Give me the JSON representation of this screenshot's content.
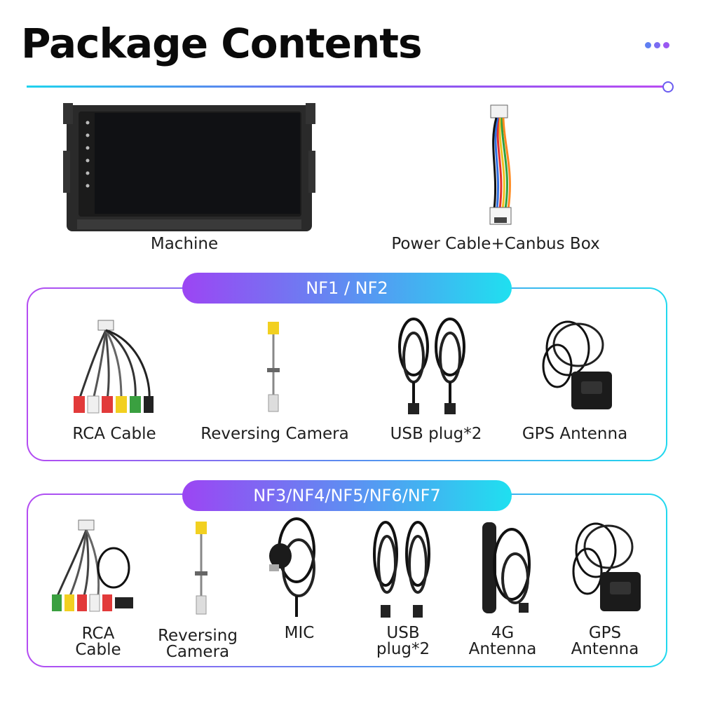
{
  "header": {
    "title": "Package Contents"
  },
  "colors": {
    "accent_start": "#1fd3ee",
    "accent_mid": "#7b5cf0",
    "accent_end": "#b84cf2"
  },
  "top_items": [
    {
      "label": "Machine",
      "icon": "car-stereo-head-unit"
    },
    {
      "label": "Power Cable+Canbus Box",
      "icon": "wiring-harness"
    }
  ],
  "section1": {
    "badge": "NF1 / NF2",
    "items": [
      {
        "label": "RCA Cable",
        "icon": "rca-cable"
      },
      {
        "label": "Reversing Camera",
        "icon": "reversing-camera"
      },
      {
        "label": "USB plug*2",
        "icon": "usb-cable"
      },
      {
        "label": "GPS Antenna",
        "icon": "gps-antenna"
      }
    ]
  },
  "section2": {
    "badge": "NF3/NF4/NF5/NF6/NF7",
    "items": [
      {
        "label_l1": "RCA",
        "label_l2": "Cable",
        "icon": "rca-cable"
      },
      {
        "label_l1": "Reversing",
        "label_l2": "Camera",
        "icon": "reversing-camera"
      },
      {
        "label_l1": "MIC",
        "icon": "microphone"
      },
      {
        "label_l1": "USB",
        "label_l2": "plug*2",
        "icon": "usb-cable"
      },
      {
        "label_l1": "4G",
        "label_l2": "Antenna",
        "icon": "4g-antenna"
      },
      {
        "label_l1": "GPS",
        "label_l2": "Antenna",
        "icon": "gps-antenna"
      }
    ]
  }
}
